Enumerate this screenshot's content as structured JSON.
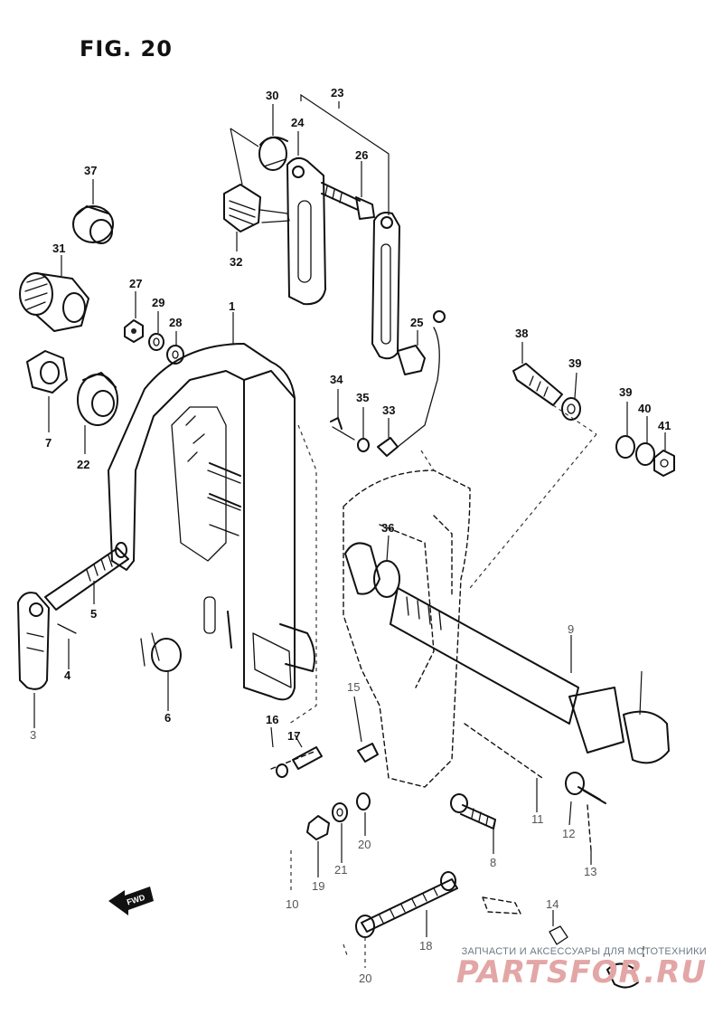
{
  "figure": {
    "title": "FIG. 20"
  },
  "callouts": [
    {
      "id": "c30",
      "text": "30"
    },
    {
      "id": "c23",
      "text": "23"
    },
    {
      "id": "c24",
      "text": "24"
    },
    {
      "id": "c26",
      "text": "26"
    },
    {
      "id": "c37",
      "text": "37"
    },
    {
      "id": "c32",
      "text": "32"
    },
    {
      "id": "c31",
      "text": "31"
    },
    {
      "id": "c27",
      "text": "27"
    },
    {
      "id": "c29",
      "text": "29"
    },
    {
      "id": "c28",
      "text": "28"
    },
    {
      "id": "c1",
      "text": "1"
    },
    {
      "id": "c25",
      "text": "25"
    },
    {
      "id": "c38",
      "text": "38"
    },
    {
      "id": "c7",
      "text": "7"
    },
    {
      "id": "c22",
      "text": "22"
    },
    {
      "id": "c34",
      "text": "34"
    },
    {
      "id": "c35",
      "text": "35"
    },
    {
      "id": "c33",
      "text": "33"
    },
    {
      "id": "c39a",
      "text": "39"
    },
    {
      "id": "c39b",
      "text": "39"
    },
    {
      "id": "c40",
      "text": "40"
    },
    {
      "id": "c41",
      "text": "41"
    },
    {
      "id": "c36",
      "text": "36"
    },
    {
      "id": "c5",
      "text": "5"
    },
    {
      "id": "c4",
      "text": "4"
    },
    {
      "id": "c3",
      "text": "3"
    },
    {
      "id": "c6",
      "text": "6"
    },
    {
      "id": "c9",
      "text": "9"
    },
    {
      "id": "c15",
      "text": "15"
    },
    {
      "id": "c16",
      "text": "16"
    },
    {
      "id": "c17",
      "text": "17"
    },
    {
      "id": "c11",
      "text": "11"
    },
    {
      "id": "c12",
      "text": "12"
    },
    {
      "id": "c8",
      "text": "8"
    },
    {
      "id": "c20a",
      "text": "20"
    },
    {
      "id": "c21",
      "text": "21"
    },
    {
      "id": "c19",
      "text": "19"
    },
    {
      "id": "c10",
      "text": "10"
    },
    {
      "id": "c13",
      "text": "13"
    },
    {
      "id": "c14",
      "text": "14"
    },
    {
      "id": "c18",
      "text": "18"
    },
    {
      "id": "c20b",
      "text": "20"
    }
  ],
  "fwd_label": "FWD",
  "watermark": {
    "caption": "ЗАПЧАСТИ И АКСЕССУАРЫ ДЛЯ МОТОТЕХНИКИ",
    "logo": "PARTSFOR.RU"
  }
}
